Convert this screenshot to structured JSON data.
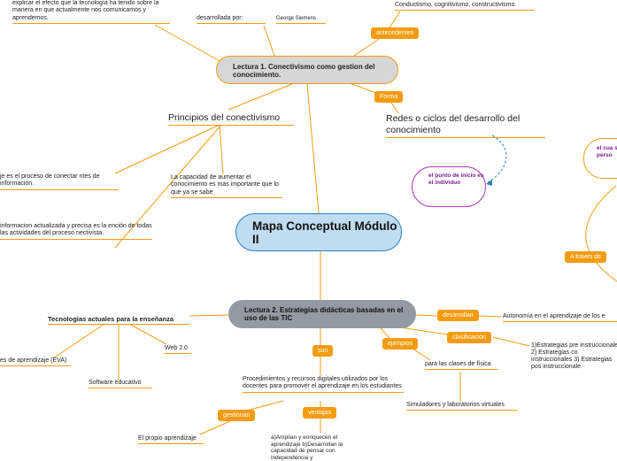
{
  "center": {
    "title": "Mapa Conceptual Módulo II"
  },
  "lectura1": {
    "title": "Lectura 1. Conectivismo como gestion del conocimiento.",
    "top_text": "explicar el efecto que la tecnología ha tenido sobre la manera en que actualmente nos comunicamos y aprendemos.",
    "desarrollada_por": "desarrollada por:",
    "author": "George Siemens",
    "antecedentes_tag": "antecedentes",
    "antecedentes": "Conductismo, cognitivismo, constructivismo.",
    "forma_tag": "Forma",
    "redes": "Redes o ciclos del desarrollo del conocimiento",
    "principios": "Principios del conectivismo",
    "principio_1": "je es el proceso de conectar ntes de información.",
    "principio_2": "La capacidad de aumentar el conocimiento es mas importante que lo que ya se sabe",
    "principio_3": "informacion actualizada y precisa es la ención de todas las actividades del proceso nectivista.",
    "bubble_punto": "el punto de inicio es el individuo",
    "bubble_cual": "el cua situa perso",
    "a_traves_de": "A traves de"
  },
  "lectura2": {
    "title": "Lectura 2. Estrategias didácticas basadas en el uso de las TIC",
    "tecnologias": "Tecnologías actuales para la enseñanza",
    "eva": "es de aprendizaje (EVA)",
    "web20": "Web 2.0",
    "software": "Software educativo",
    "desarrollan_tag": "desarrollan",
    "autonomia": "Autonomía en el aprendizaje de los e",
    "clasificacion_tag": "clasificación",
    "clasificacion_items": "1)Estrategias pre instruccionale 2) Estrategias co instruccionales 3) Estrategias pos instruccionale",
    "ejemplos_tag": "ejemplos",
    "para_fisica": "para las clases de física",
    "simuladores": "Simuladores y laboratorios virtuales",
    "son_tag": "son",
    "procedimientos": "Procedimientos y recursos digitales utilizados por los docentes para promover el aprendizaje en los estudiantes",
    "gestionan_tag": "gestionan",
    "propio_aprendizaje": "El propio aprendizaje",
    "ventajas_tag": "ventajas",
    "ventajas": "a)Amplian y enriquecen el aprendizaje b)Desarrollan la capacidad de pensar con independencia y"
  },
  "colors": {
    "accent": "#f39c12",
    "center_fill": "#bfdcf0",
    "center_border": "#2c7fc0",
    "lectura1_fill": "#d6d6d6",
    "lectura2_fill": "#939aa3",
    "bubble_border": "#b23cbd",
    "dashed_arrow": "#2c7fc0"
  }
}
